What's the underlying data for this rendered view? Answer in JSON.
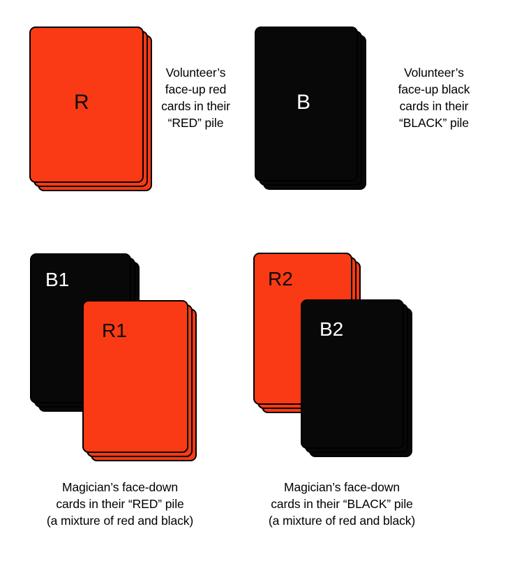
{
  "figure": {
    "title": "Red and black card piles diagram",
    "background_color": "#ffffff",
    "red_color": "#fa3a14",
    "black_color": "#080808",
    "outline_color": "#000000"
  },
  "piles": [
    {
      "id": "volunteer-red",
      "position": "top-left",
      "cards": [
        {
          "id": "R",
          "label": "R",
          "color": "red",
          "label_color": "#0a0a0a"
        }
      ],
      "stack_depth": 3,
      "caption_lines": [
        "Volunteer’s",
        "face-up red",
        "cards in their",
        "“RED” pile"
      ]
    },
    {
      "id": "volunteer-black",
      "position": "top-right",
      "cards": [
        {
          "id": "B",
          "label": "B",
          "color": "black",
          "label_color": "#ffffff"
        }
      ],
      "stack_depth": 3,
      "caption_lines": [
        "Volunteer’s",
        "face-up black",
        "cards in their",
        "“BLACK” pile"
      ]
    },
    {
      "id": "magician-red",
      "position": "bottom-left",
      "cards": [
        {
          "id": "B1",
          "label": "B1",
          "color": "black",
          "label_color": "#ffffff"
        },
        {
          "id": "R1",
          "label": "R1",
          "color": "red",
          "label_color": "#0a0a0a"
        }
      ],
      "stack_depth": 3,
      "caption_lines": [
        "Magician’s face-down",
        "cards in their “RED” pile",
        "(a mixture of red and black)"
      ]
    },
    {
      "id": "magician-black",
      "position": "bottom-right",
      "cards": [
        {
          "id": "R2",
          "label": "R2",
          "color": "red",
          "label_color": "#0a0a0a"
        },
        {
          "id": "B2",
          "label": "B2",
          "color": "black",
          "label_color": "#ffffff"
        }
      ],
      "stack_depth": 3,
      "caption_lines": [
        "Magician’s face-down",
        "cards in their “BLACK” pile",
        "(a mixture of red and black)"
      ]
    }
  ],
  "labels": {
    "R": "R",
    "B": "B",
    "B1": "B1",
    "R1": "R1",
    "R2": "R2",
    "B2": "B2"
  },
  "captions": {
    "volunteer_red": {
      "l1": "Volunteer’s",
      "l2": "face-up red",
      "l3": "cards in their",
      "l4": "“RED” pile"
    },
    "volunteer_black": {
      "l1": "Volunteer’s",
      "l2": "face-up black",
      "l3": "cards in their",
      "l4": "“BLACK” pile"
    },
    "magician_red": {
      "l1": "Magician’s face-down",
      "l2": "cards in their “RED” pile",
      "l3": "(a mixture of red and black)"
    },
    "magician_black": {
      "l1": "Magician’s face-down",
      "l2": "cards in their “BLACK” pile",
      "l3": "(a mixture of red and black)"
    }
  }
}
